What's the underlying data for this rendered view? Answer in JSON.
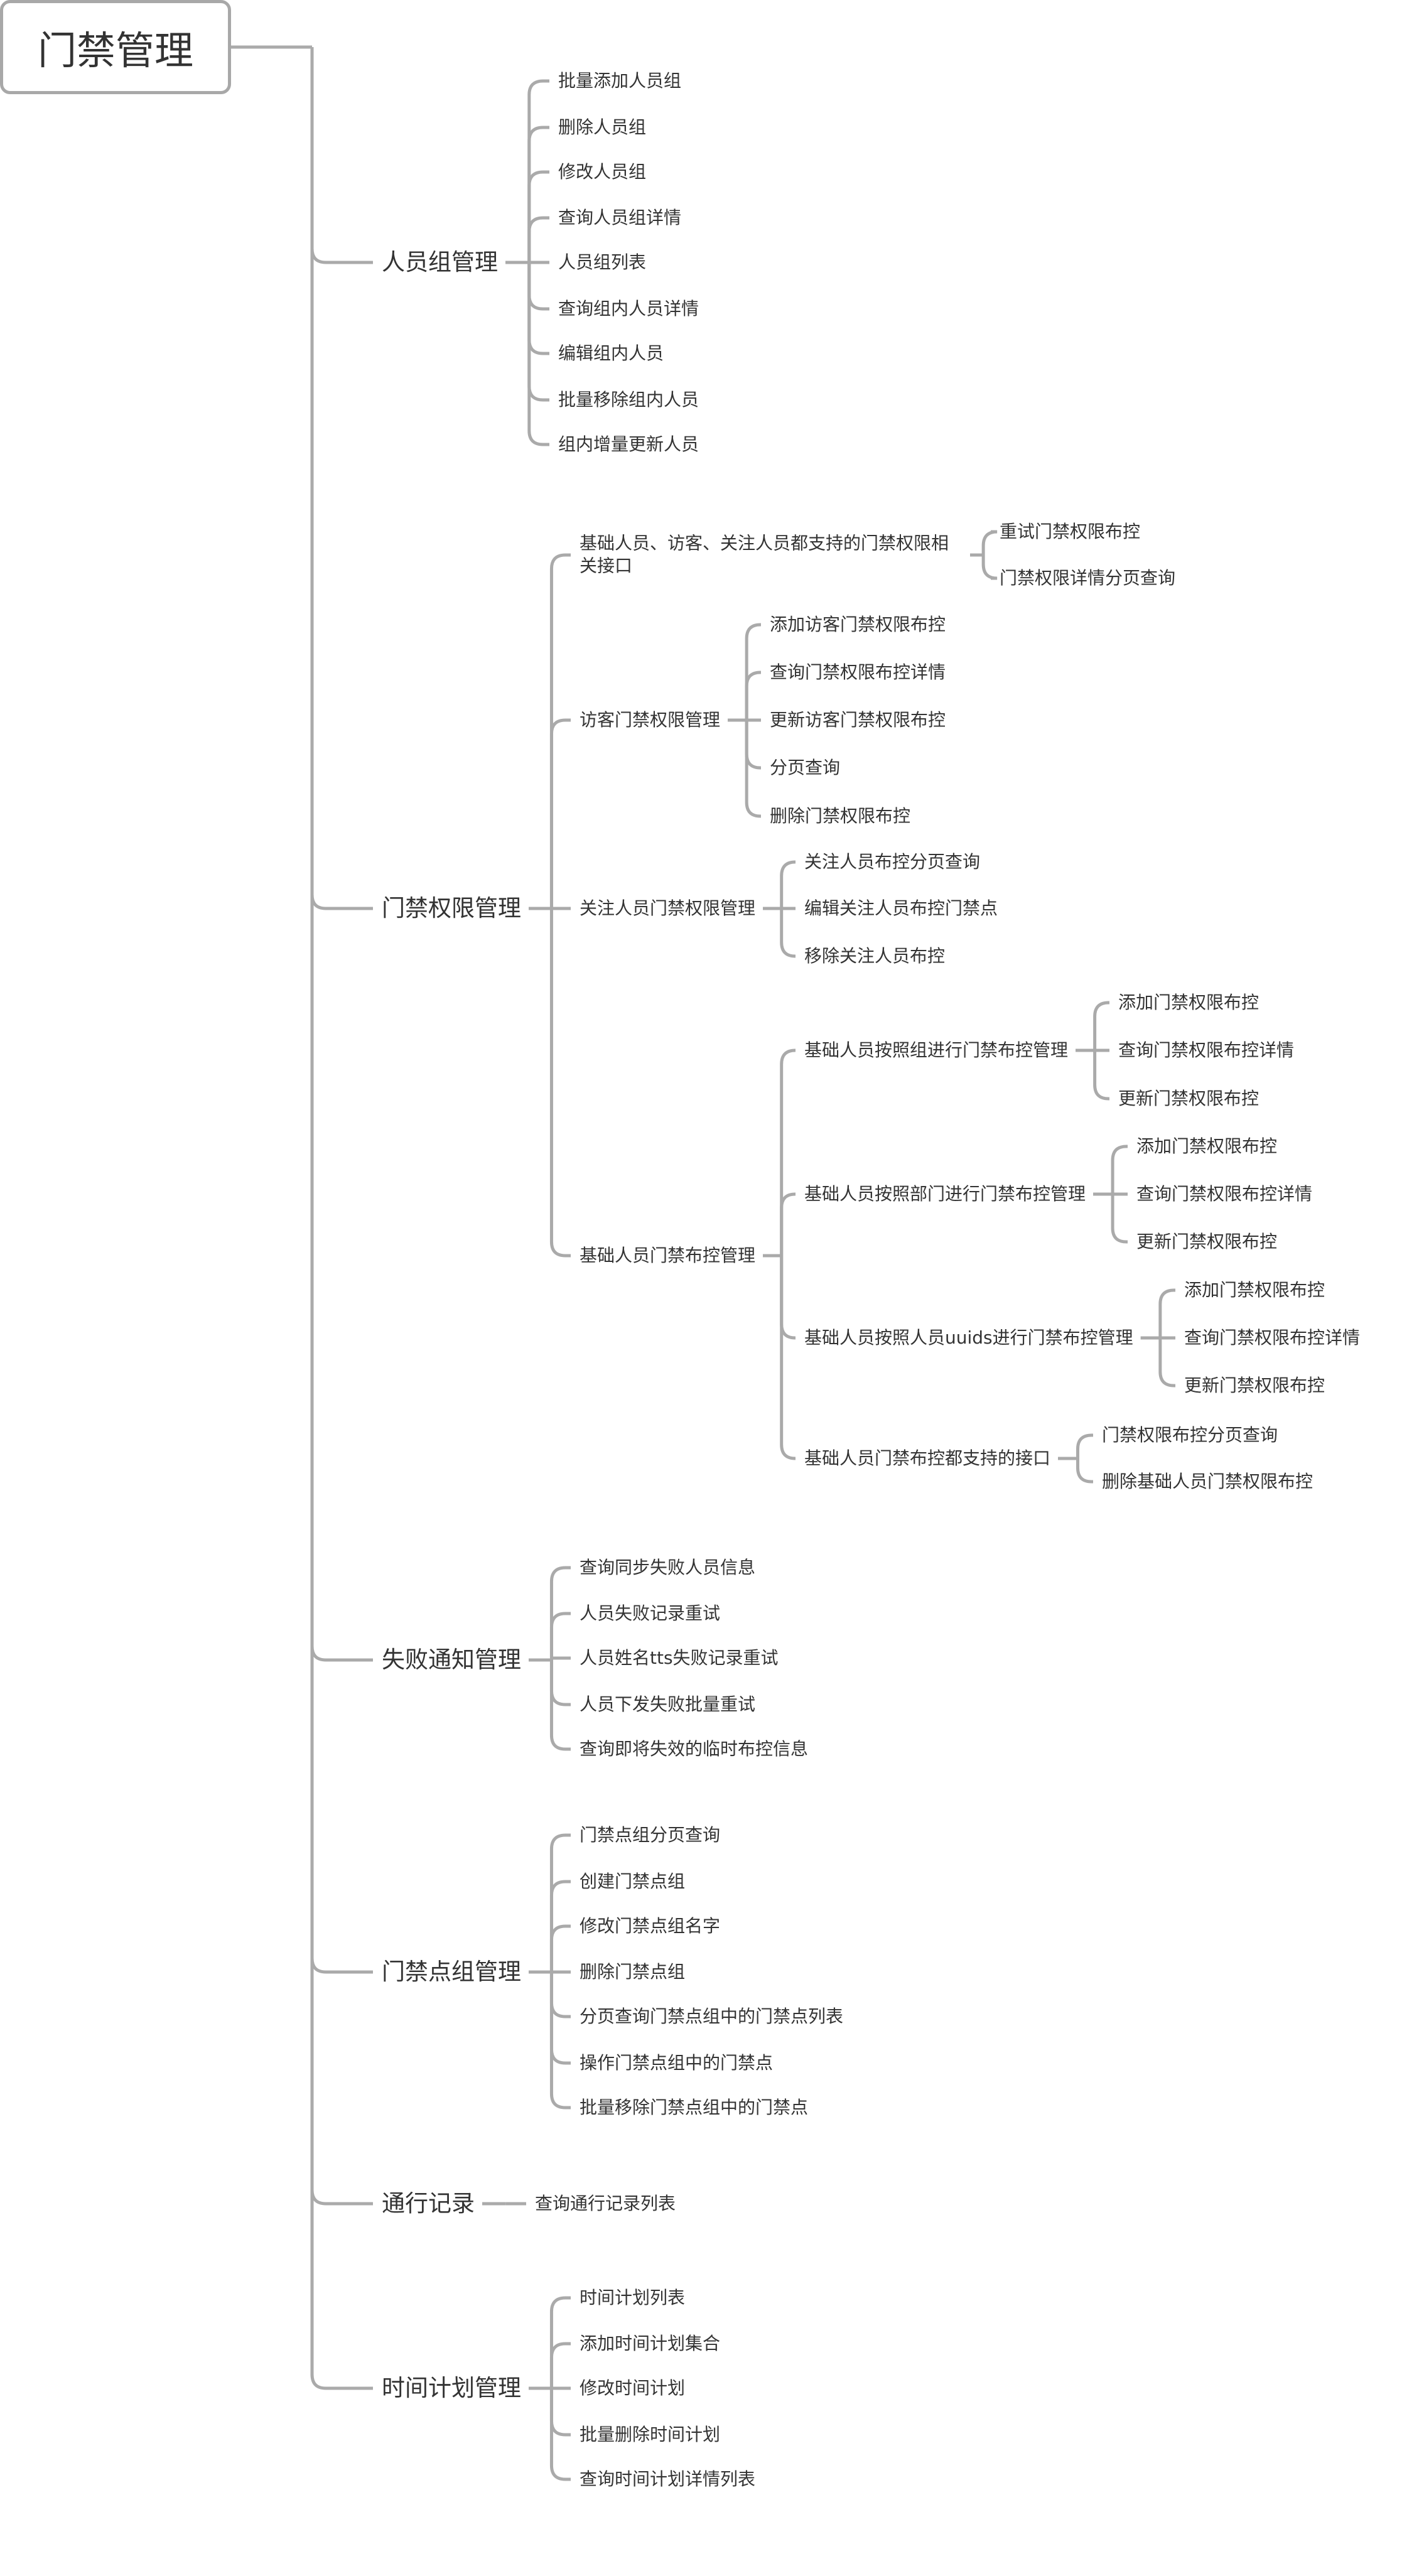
{
  "map": {
    "root": "门禁管理",
    "branches": [
      {
        "label": "人员组管理",
        "children": [
          {
            "label": "批量添加人员组"
          },
          {
            "label": "删除人员组"
          },
          {
            "label": "修改人员组"
          },
          {
            "label": "查询人员组详情"
          },
          {
            "label": "人员组列表"
          },
          {
            "label": "查询组内人员详情"
          },
          {
            "label": "编辑组内人员"
          },
          {
            "label": "批量移除组内人员"
          },
          {
            "label": "组内增量更新人员"
          }
        ]
      },
      {
        "label": "门禁权限管理",
        "children": [
          {
            "label": "基础人员、访客、关注人员都支持的门禁权限相关接口",
            "children": [
              {
                "label": "重试门禁权限布控"
              },
              {
                "label": "门禁权限详情分页查询"
              }
            ]
          },
          {
            "label": "访客门禁权限管理",
            "children": [
              {
                "label": "添加访客门禁权限布控"
              },
              {
                "label": "查询门禁权限布控详情"
              },
              {
                "label": "更新访客门禁权限布控"
              },
              {
                "label": "分页查询"
              },
              {
                "label": "删除门禁权限布控"
              }
            ]
          },
          {
            "label": "关注人员门禁权限管理",
            "children": [
              {
                "label": "关注人员布控分页查询"
              },
              {
                "label": "编辑关注人员布控门禁点"
              },
              {
                "label": "移除关注人员布控"
              }
            ]
          },
          {
            "label": "基础人员门禁布控管理",
            "children": [
              {
                "label": "基础人员按照组进行门禁布控管理",
                "children": [
                  {
                    "label": "添加门禁权限布控"
                  },
                  {
                    "label": "查询门禁权限布控详情"
                  },
                  {
                    "label": "更新门禁权限布控"
                  }
                ]
              },
              {
                "label": "基础人员按照部门进行门禁布控管理",
                "children": [
                  {
                    "label": "添加门禁权限布控"
                  },
                  {
                    "label": "查询门禁权限布控详情"
                  },
                  {
                    "label": "更新门禁权限布控"
                  }
                ]
              },
              {
                "label": "基础人员按照人员uuids进行门禁布控管理",
                "children": [
                  {
                    "label": "添加门禁权限布控"
                  },
                  {
                    "label": "查询门禁权限布控详情"
                  },
                  {
                    "label": "更新门禁权限布控"
                  }
                ]
              },
              {
                "label": "基础人员门禁布控都支持的接口",
                "children": [
                  {
                    "label": "门禁权限布控分页查询"
                  },
                  {
                    "label": "删除基础人员门禁权限布控"
                  }
                ]
              }
            ]
          }
        ]
      },
      {
        "label": "失败通知管理",
        "children": [
          {
            "label": "查询同步失败人员信息"
          },
          {
            "label": "人员失败记录重试"
          },
          {
            "label": "人员姓名tts失败记录重试"
          },
          {
            "label": "人员下发失败批量重试"
          },
          {
            "label": "查询即将失效的临时布控信息"
          }
        ]
      },
      {
        "label": "门禁点组管理",
        "children": [
          {
            "label": "门禁点组分页查询"
          },
          {
            "label": "创建门禁点组"
          },
          {
            "label": "修改门禁点组名字"
          },
          {
            "label": "删除门禁点组"
          },
          {
            "label": "分页查询门禁点组中的门禁点列表"
          },
          {
            "label": "操作门禁点组中的门禁点"
          },
          {
            "label": "批量移除门禁点组中的门禁点"
          }
        ]
      },
      {
        "label": "通行记录",
        "children": [
          {
            "label": "查询通行记录列表"
          }
        ]
      },
      {
        "label": "时间计划管理",
        "children": [
          {
            "label": "时间计划列表"
          },
          {
            "label": "添加时间计划集合"
          },
          {
            "label": "修改时间计划"
          },
          {
            "label": "批量删除时间计划"
          },
          {
            "label": "查询时间计划详情列表"
          }
        ]
      }
    ]
  }
}
